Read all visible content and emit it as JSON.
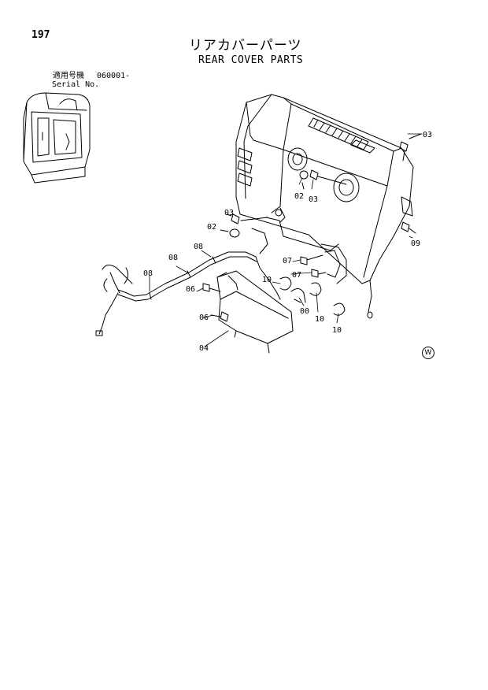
{
  "page": {
    "number": "197",
    "title_jp": "リアカバーパーツ",
    "title_en": "REAR COVER PARTS",
    "serial_label_jp": "適用号機",
    "serial_range": "060001-",
    "serial_label_en": "Serial No."
  },
  "callouts": [
    {
      "id": "c1",
      "label": "03"
    },
    {
      "id": "c2",
      "label": "02"
    },
    {
      "id": "c3",
      "label": "03"
    },
    {
      "id": "c4",
      "label": "03"
    },
    {
      "id": "c5",
      "label": "02"
    },
    {
      "id": "c6",
      "label": "09"
    },
    {
      "id": "c7",
      "label": "08"
    },
    {
      "id": "c8",
      "label": "08"
    },
    {
      "id": "c9",
      "label": "08"
    },
    {
      "id": "c10",
      "label": "07"
    },
    {
      "id": "c11",
      "label": "07"
    },
    {
      "id": "c12",
      "label": "10"
    },
    {
      "id": "c13",
      "label": "06"
    },
    {
      "id": "c14",
      "label": "06"
    },
    {
      "id": "c15",
      "label": "00"
    },
    {
      "id": "c16",
      "label": "10"
    },
    {
      "id": "c17",
      "label": "10"
    },
    {
      "id": "c18",
      "label": "04"
    }
  ],
  "corner_mark": "W"
}
